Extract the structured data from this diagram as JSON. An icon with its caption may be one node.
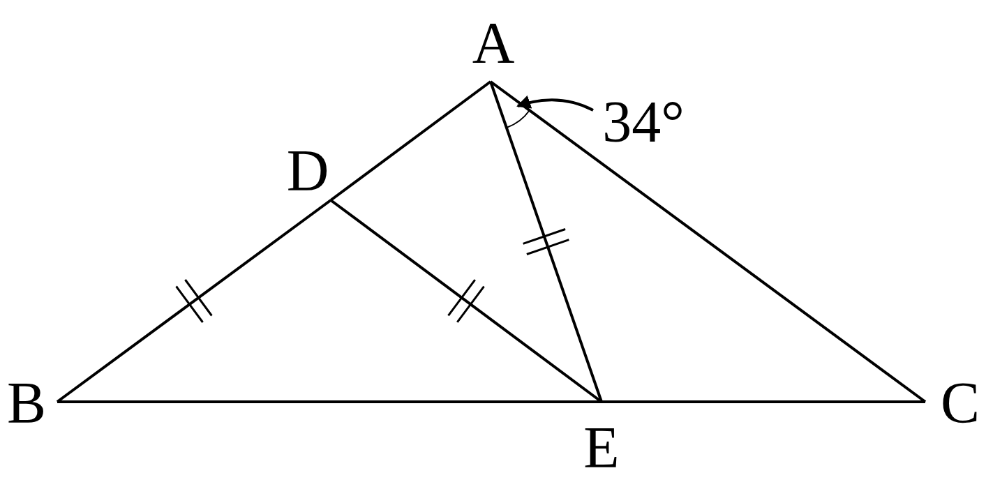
{
  "diagram": {
    "nodes": [
      {
        "text": [
          "A"
        ]
      },
      {
        "text": [
          "B"
        ]
      },
      {
        "text": [
          "C"
        ]
      },
      {
        "text": [
          "D"
        ]
      },
      {
        "text": [
          "E"
        ]
      },
      {
        "text": [
          "34°"
        ]
      },
      {
        "text": [],
        "shape": "arc"
      }
    ],
    "edges": [
      {
        "from": 0,
        "to": 3,
        "arrow": "none"
      },
      {
        "from": 3,
        "to": 1,
        "arrow": "none"
      },
      {
        "from": 0,
        "to": 2,
        "arrow": "none"
      },
      {
        "from": 1,
        "to": 4,
        "arrow": "none"
      },
      {
        "from": 4,
        "to": 2,
        "arrow": "none"
      },
      {
        "from": 3,
        "to": 4,
        "arrow": "none"
      },
      {
        "from": 0,
        "to": 4,
        "arrow": "none"
      },
      {
        "from": 5,
        "to": 6,
        "arrow": "to"
      }
    ]
  }
}
